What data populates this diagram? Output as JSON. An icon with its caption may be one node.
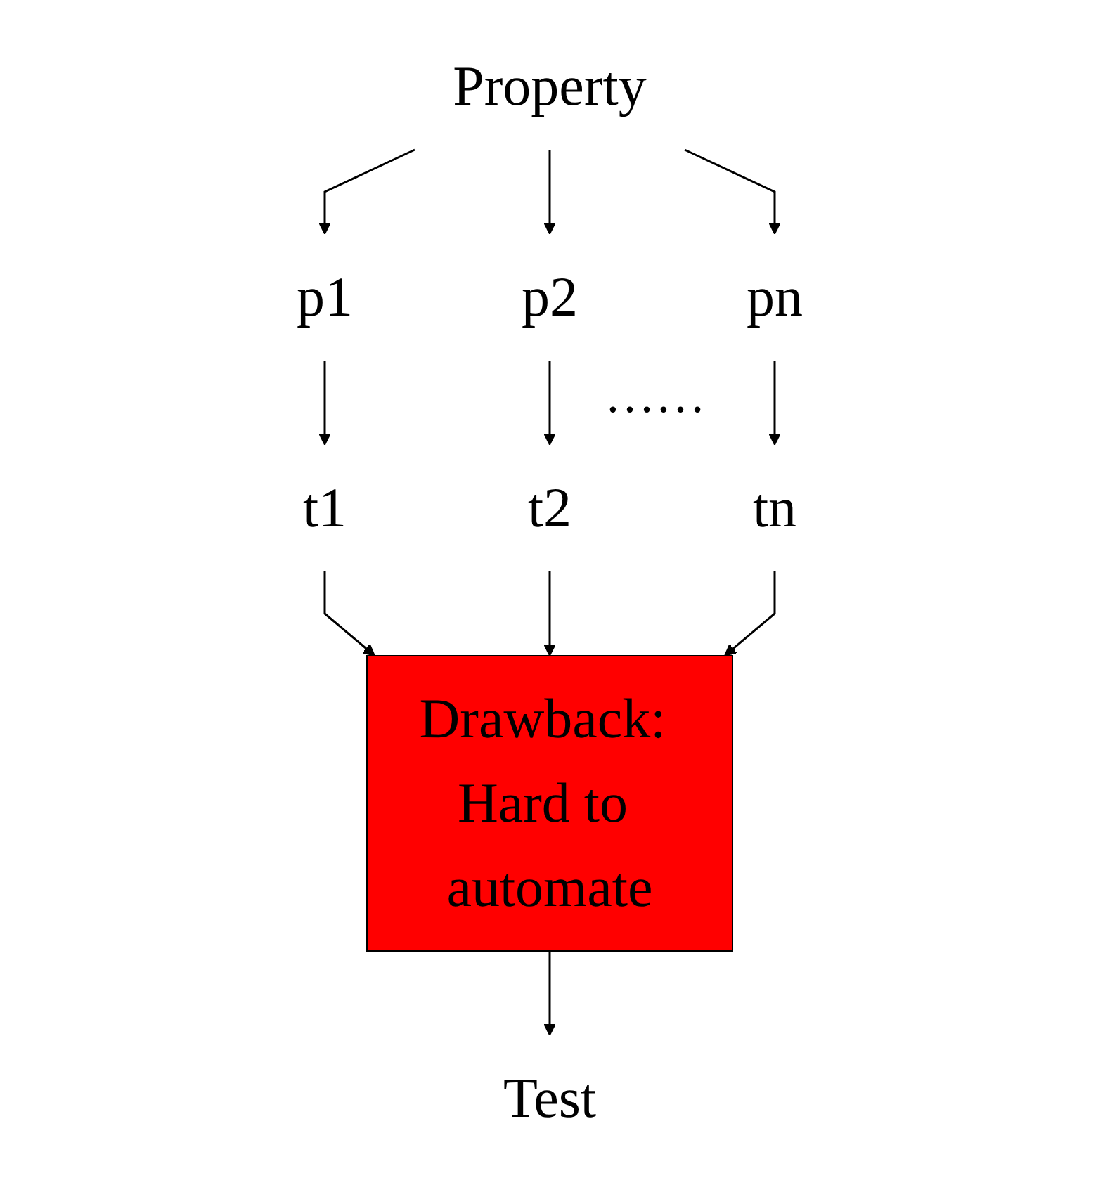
{
  "diagram": {
    "nodes": [
      {
        "text": [
          "Property"
        ]
      },
      {
        "text": [
          "p1"
        ]
      },
      {
        "text": [
          "p2"
        ]
      },
      {
        "text": [
          "pn"
        ]
      },
      {
        "text": [
          "t1"
        ]
      },
      {
        "text": [
          "t2"
        ]
      },
      {
        "text": [
          "tn"
        ]
      },
      {
        "text": [
          "Drawback: Hard to automate"
        ]
      },
      {
        "text": [
          "Test"
        ]
      }
    ],
    "edges": [
      {
        "from": 0,
        "to": 1,
        "arrow": "to"
      },
      {
        "from": 0,
        "to": 2,
        "arrow": "to"
      },
      {
        "from": 0,
        "to": 3,
        "arrow": "to"
      },
      {
        "from": 1,
        "to": 4,
        "arrow": "to"
      },
      {
        "from": 2,
        "to": 5,
        "arrow": "to"
      },
      {
        "from": 3,
        "to": 6,
        "arrow": "to"
      },
      {
        "from": 4,
        "to": 7,
        "arrow": "to"
      },
      {
        "from": 5,
        "to": 7,
        "arrow": "to"
      },
      {
        "from": 6,
        "to": 7,
        "arrow": "to"
      },
      {
        "from": 7,
        "to": 8,
        "arrow": "to"
      }
    ],
    "labels": [
      "……"
    ]
  }
}
